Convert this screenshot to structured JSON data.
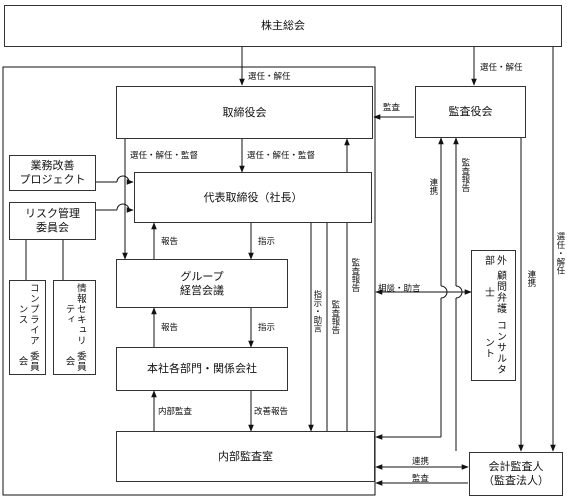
{
  "boxes": {
    "shareholders": "株主総会",
    "board": "取締役会",
    "auditors_board": "監査役会",
    "biz_improvement": [
      "業務改善",
      "プロジェクト"
    ],
    "risk_committee": [
      "リスク管理",
      "委員会"
    ],
    "president": "代表取締役（社長）",
    "group_mgmt": [
      "グループ",
      "経営会議"
    ],
    "compliance": [
      "コンプライアンス",
      "委員会"
    ],
    "info_security": [
      "情報セキュリティ",
      "委員会"
    ],
    "divisions": "本社各部門・関係会社",
    "internal_audit": "内部監査室",
    "legal_advisor": [
      "外部",
      "顧問弁護士",
      "コンサルタント"
    ],
    "accounting_auditor": [
      "会計監査人",
      "（監査法人）"
    ]
  },
  "labels": {
    "elect_dismiss": "選任・解任",
    "audit": "監査",
    "elect_dismiss_supervise": "選任・解任・監督",
    "report": "報告",
    "instruct": "指示",
    "instruct_advise": "指示・助言",
    "audit_report": "監査報告",
    "cooperation": "連携",
    "consult_advise": "相談・助言",
    "internal_audit_action": "内部監査",
    "improvement_report": "改善報告"
  }
}
